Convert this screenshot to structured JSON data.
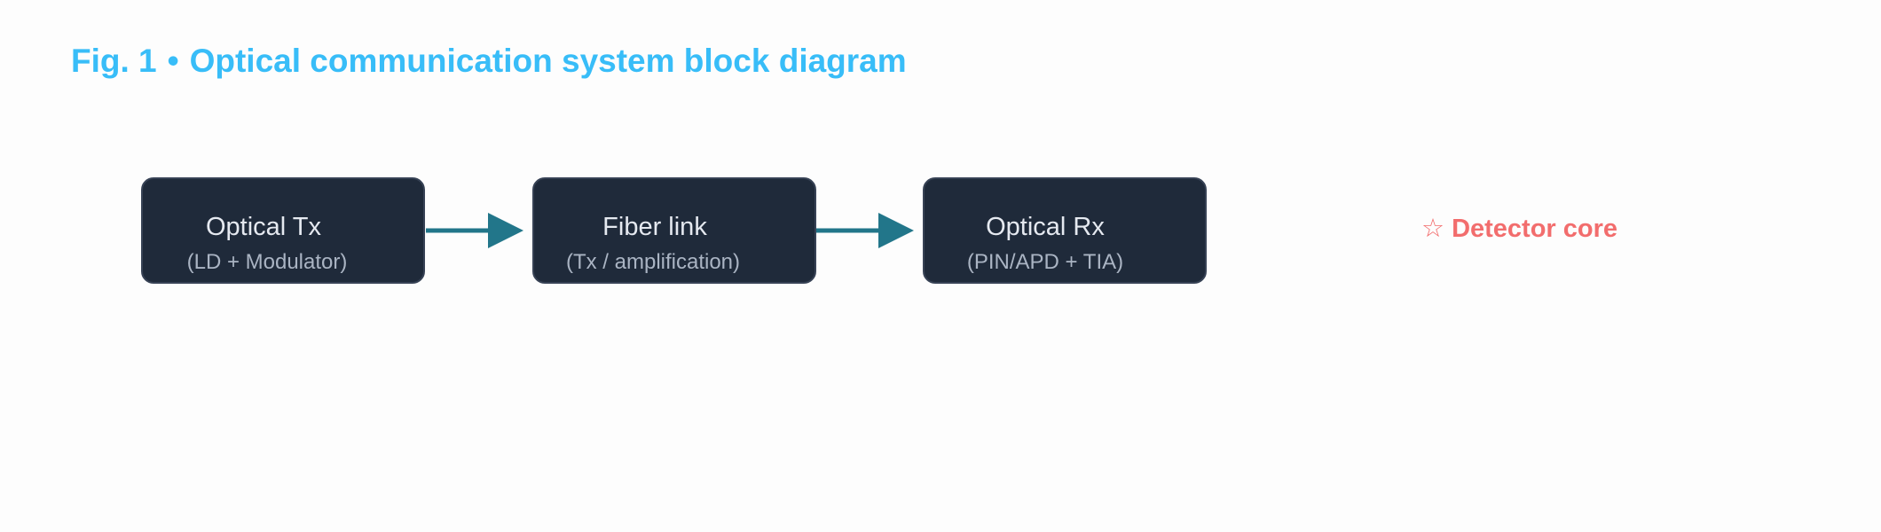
{
  "figure": {
    "label": "Fig. 1",
    "separator": "•",
    "title": "Optical communication system block diagram"
  },
  "blocks": [
    {
      "name": "Optical Tx",
      "detail": "(LD + Modulator)"
    },
    {
      "name": "Fiber link",
      "detail": "(Tx / amplification)"
    },
    {
      "name": "Optical Rx",
      "detail": "(PIN/APD + TIA)"
    }
  ],
  "callout": {
    "icon": "star-outline-icon",
    "symbol": "☆",
    "text": "Detector core"
  },
  "colors": {
    "title": "#38bdf8",
    "block_fill": "#1f2a3a",
    "block_border": "#374255",
    "arrow": "#22768a",
    "callout": "#f26d6d"
  }
}
